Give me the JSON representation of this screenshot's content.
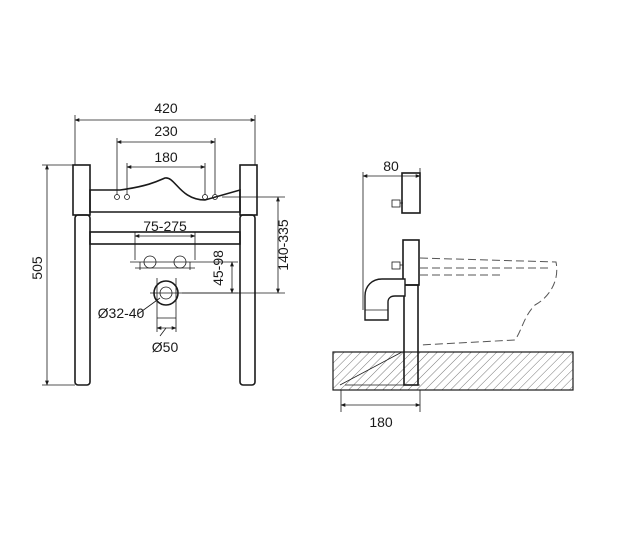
{
  "dimensions": {
    "overall_width": "420",
    "hole_spacing_outer": "230",
    "hole_spacing_inner": "180",
    "adjustable_range": "75-275",
    "height": "505",
    "height_range": "140-335",
    "vertical_adjust": "45-98",
    "inlet_diameter": "Ø32-40",
    "outlet_diameter": "Ø50",
    "side_depth": "80",
    "floor_depth": "180"
  }
}
